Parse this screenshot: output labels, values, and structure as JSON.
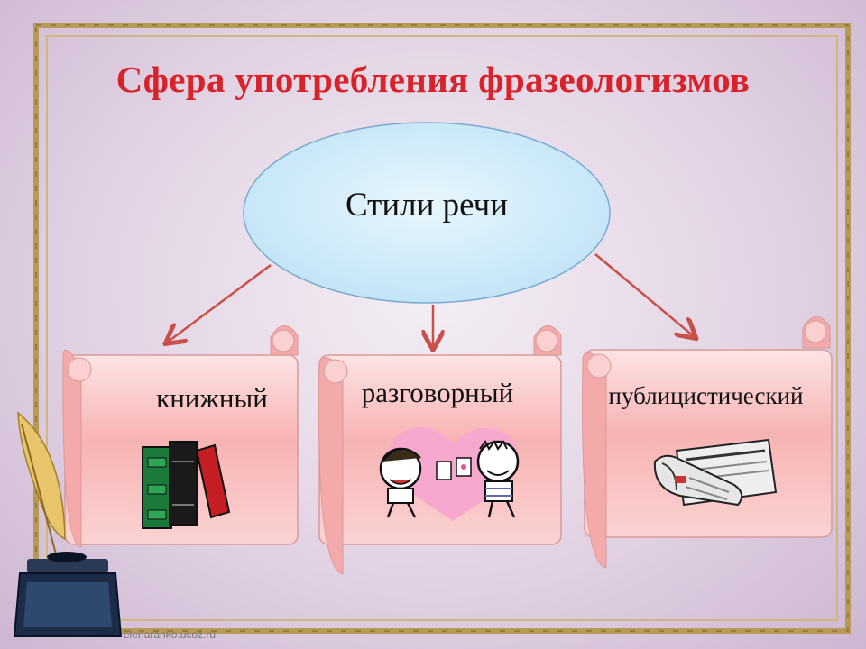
{
  "title": "Сфера употребления фразеологизмов",
  "center": {
    "label": "Стили речи"
  },
  "styles": [
    {
      "label": "книжный",
      "icon": "books-icon"
    },
    {
      "label": "разговорный",
      "icon": "chatting-kids-icon"
    },
    {
      "label": "публицистический",
      "icon": "newspaper-icon"
    }
  ],
  "footer": "elenaranko.ucoz.ru",
  "colors": {
    "title": "#d8232a",
    "oval": "#d4ecf9",
    "scroll": "#f6b9b9",
    "arrow": "#c9504a"
  }
}
